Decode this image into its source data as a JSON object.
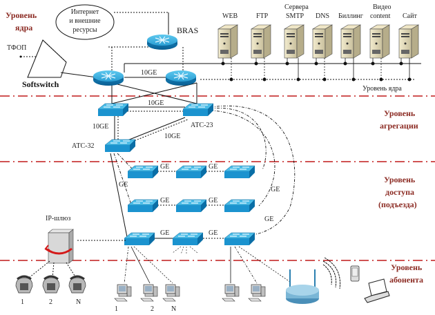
{
  "levels": {
    "core": "Уровень ядра",
    "core_line1": "Уровень",
    "core_line2": "ядра",
    "aggregation_line1": "Уровень",
    "aggregation_line2": "агрегации",
    "access_line1": "Уровень",
    "access_line2": "доступа",
    "access_line3": "(подъезда)",
    "subscriber_line1": "Уровень",
    "subscriber_line2": "абонента",
    "core_bus_label": "Уровень ядра"
  },
  "nodes": {
    "internet_line1": "Интернет",
    "internet_line2": "и внешние",
    "internet_line3": "ресурсы",
    "bras": "BRAS",
    "softswitch": "Softswitch",
    "tfop": "ТФОП",
    "atc23": "АТС-23",
    "atc32": "АТС-32",
    "ip_gateway": "IP-шлюз"
  },
  "servers": [
    {
      "label": "WEB"
    },
    {
      "label": "FTP"
    },
    {
      "label": "SMTP",
      "group_label": "Сервера"
    },
    {
      "label": "DNS"
    },
    {
      "label": "Биллинг"
    },
    {
      "label": "content",
      "label_top": "Видео"
    },
    {
      "label": "Сайт"
    }
  ],
  "links": {
    "core_10ge": "10GE",
    "agg_10ge_top": "10GE",
    "agg_10ge_left": "10GE",
    "agg_10ge_diag": "10GE",
    "access_ge": "GE"
  },
  "endpoints": {
    "phones": [
      "1",
      "2",
      "N"
    ],
    "pcs_left": [
      "1",
      "2",
      "N"
    ]
  },
  "colors": {
    "level_text": "#8b2a22",
    "separator": "#c01818",
    "device_blue": "#1e9fd6",
    "device_blue_dark": "#0b6fa6"
  }
}
